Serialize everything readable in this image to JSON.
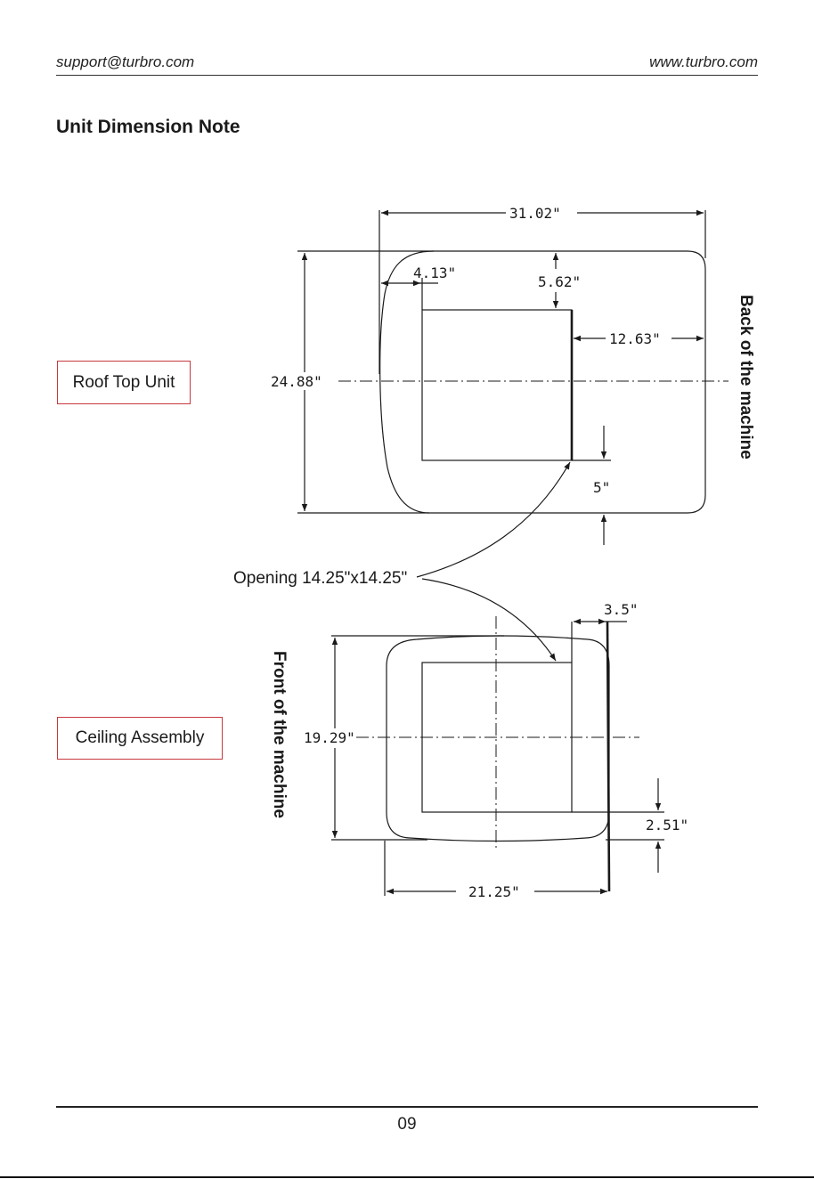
{
  "header": {
    "email": "support@turbro.com",
    "website": "www.turbro.com"
  },
  "title": "Unit Dimension Note",
  "labels": {
    "roof_top_unit": "Roof Top Unit",
    "ceiling_assembly": "Ceiling Assembly",
    "back_of_machine": "Back of the machine",
    "front_of_machine": "Front of the machine",
    "opening": "Opening 14.25\"x14.25\""
  },
  "roof_dimensions": {
    "overall_width": "31.02\"",
    "overall_depth": "24.88\"",
    "left_offset": "4.13\"",
    "top_offset": "5.62\"",
    "right_offset": "12.63\"",
    "bottom_offset": "5\""
  },
  "ceiling_dimensions": {
    "width": "21.25\"",
    "depth": "19.29\"",
    "right_offset": "3.5\"",
    "bottom_offset": "2.51\""
  },
  "footer": {
    "page_number": "09"
  },
  "colors": {
    "badge_border": "#c8383d",
    "line": "#1a1a1a"
  }
}
